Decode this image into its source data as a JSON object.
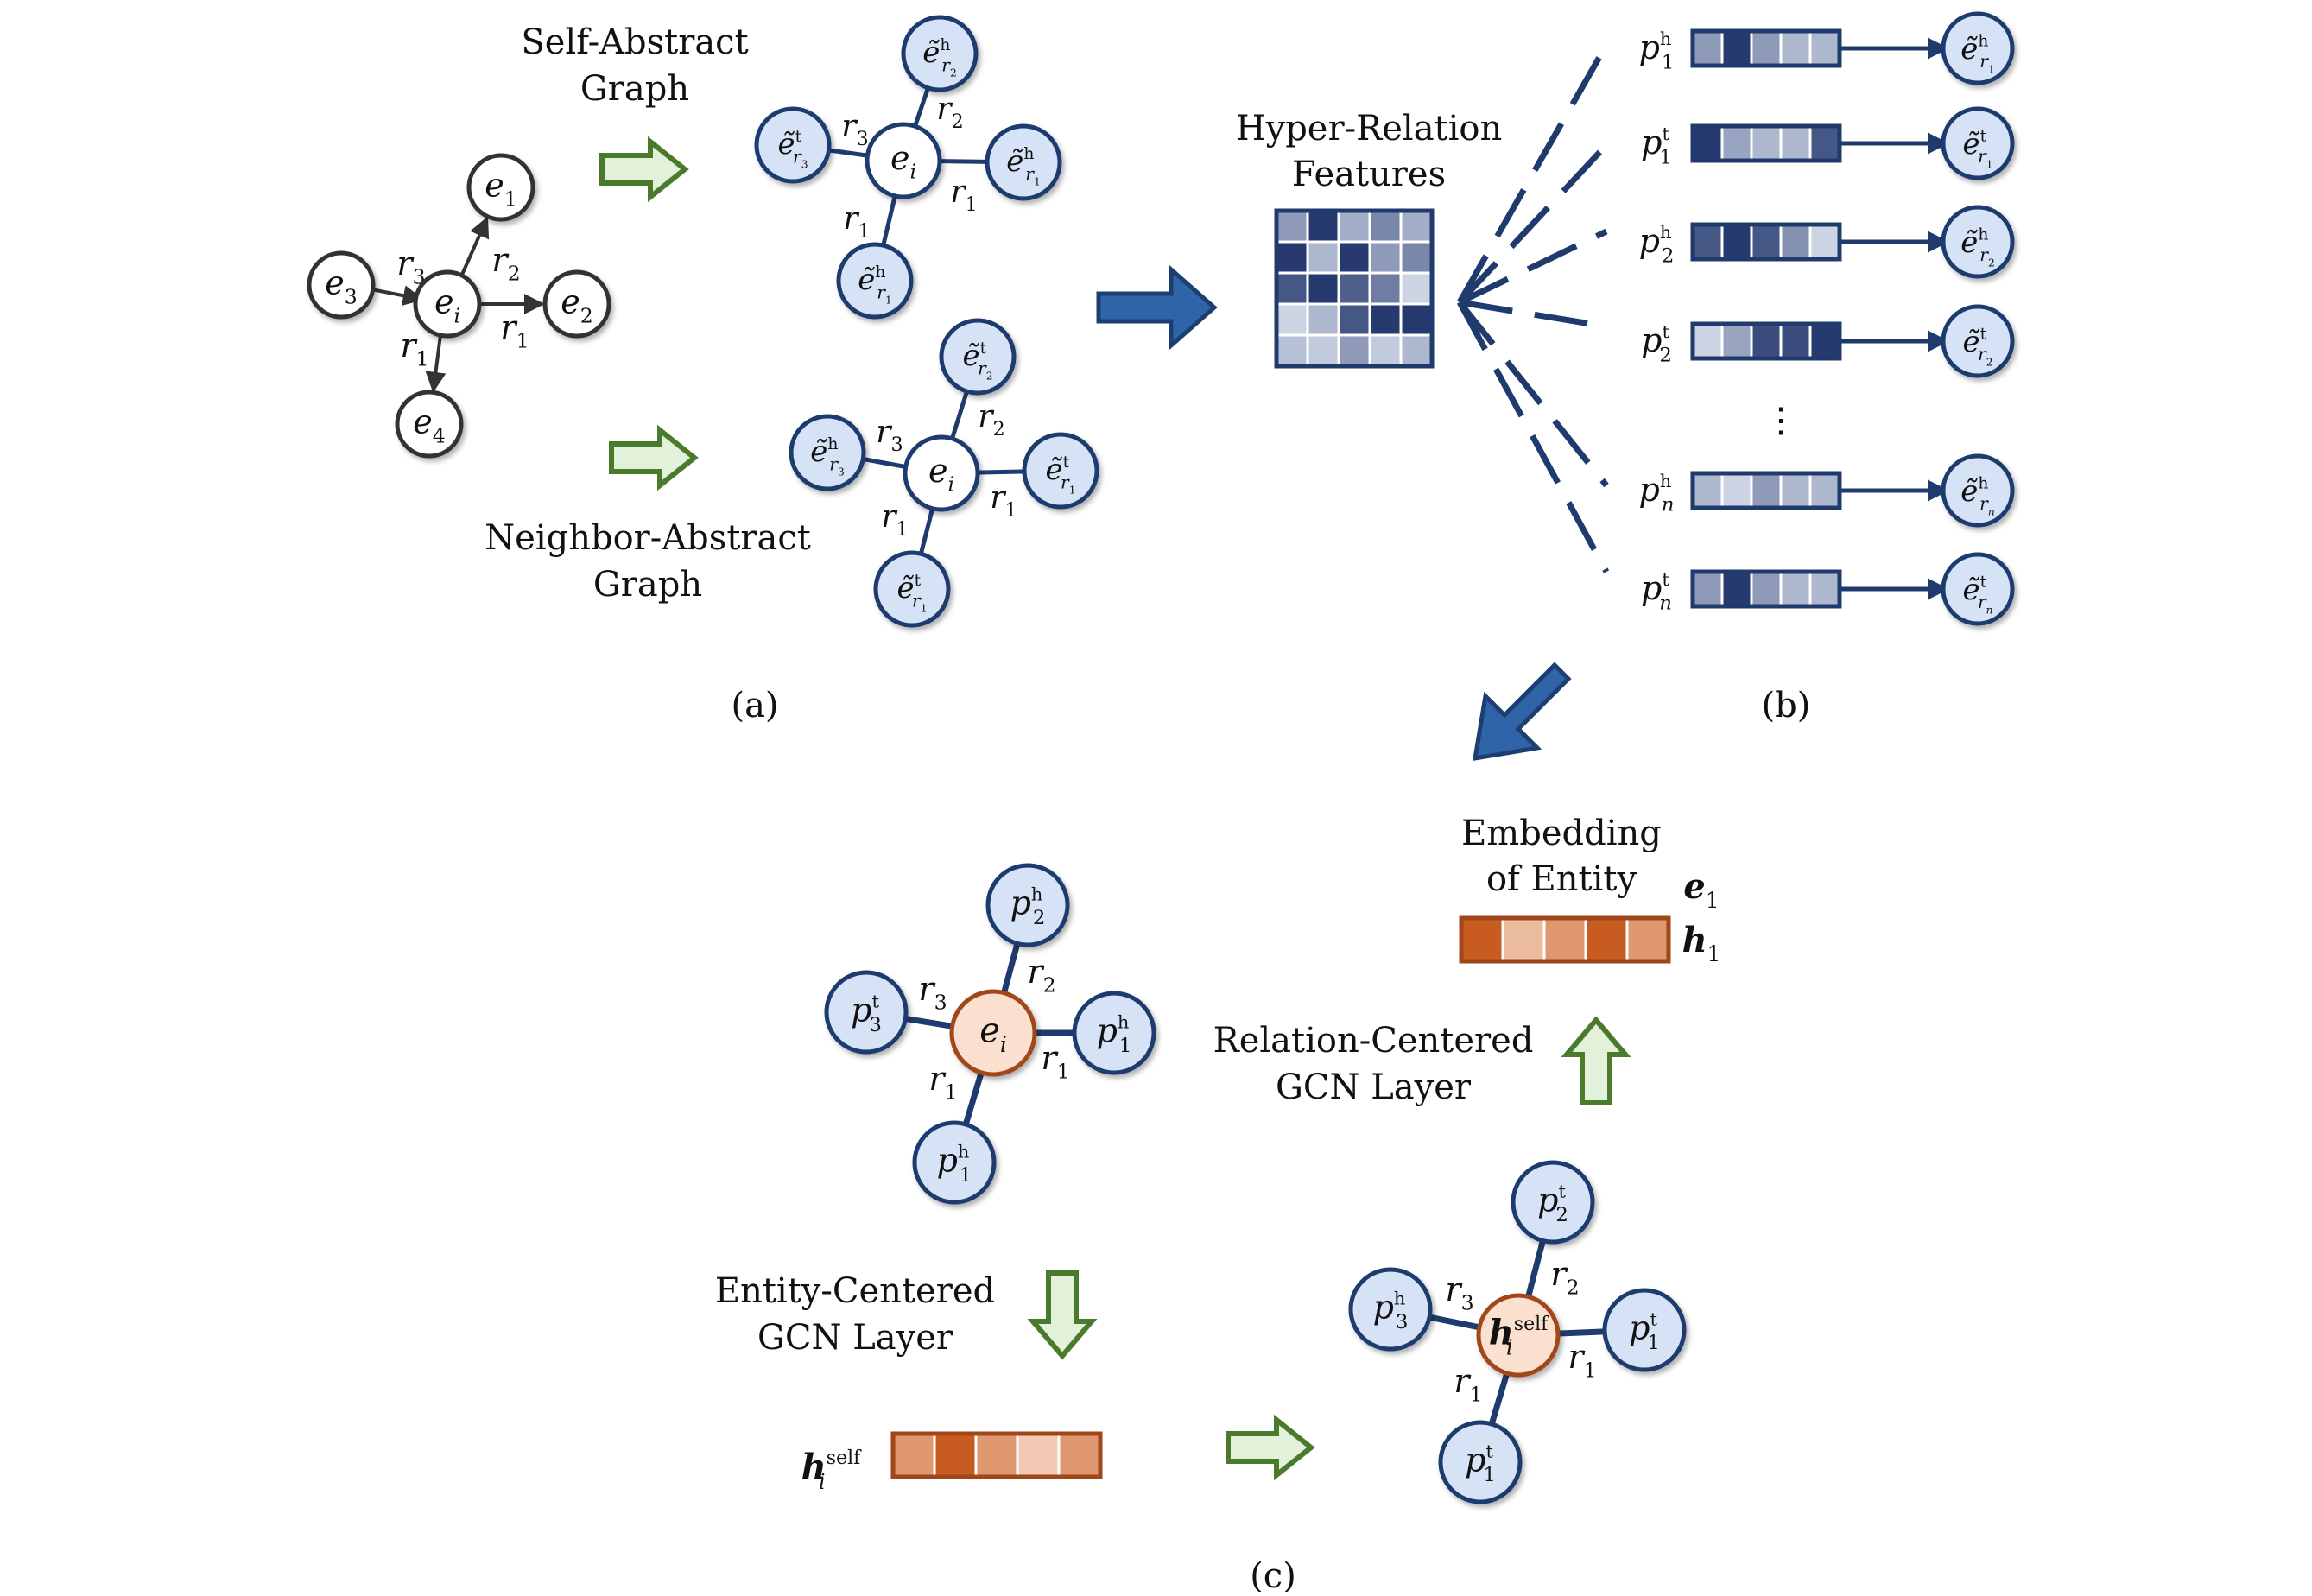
{
  "panels": {
    "a": {
      "caption": "(a)",
      "self_graph_title": [
        "Self-Abstract",
        "Graph"
      ],
      "neighbor_graph_title": [
        "Neighbor-Abstract",
        "Graph"
      ],
      "kg": {
        "center": {
          "base": "e",
          "sub": "i"
        },
        "nodes": [
          {
            "base": "e",
            "sub": "1"
          },
          {
            "base": "e",
            "sub": "2"
          },
          {
            "base": "e",
            "sub": "3"
          },
          {
            "base": "e",
            "sub": "4"
          }
        ],
        "edges": [
          {
            "base": "r",
            "sub": "2"
          },
          {
            "base": "r",
            "sub": "1"
          },
          {
            "base": "r",
            "sub": "3"
          },
          {
            "base": "r",
            "sub": "1"
          }
        ]
      },
      "self_graph": {
        "center": {
          "base": "e",
          "sub": "i"
        },
        "nodes": [
          {
            "base": "ẽ",
            "sup": "h",
            "sub": "r",
            "subsub": "2"
          },
          {
            "base": "ẽ",
            "sup": "h",
            "sub": "r",
            "subsub": "1"
          },
          {
            "base": "ẽ",
            "sup": "t",
            "sub": "r",
            "subsub": "3"
          },
          {
            "base": "ẽ",
            "sup": "h",
            "sub": "r",
            "subsub": "1"
          }
        ],
        "edges": [
          {
            "base": "r",
            "sub": "2"
          },
          {
            "base": "r",
            "sub": "1"
          },
          {
            "base": "r",
            "sub": "3"
          },
          {
            "base": "r",
            "sub": "1"
          }
        ]
      },
      "neighbor_graph": {
        "center": {
          "base": "e",
          "sub": "i"
        },
        "nodes": [
          {
            "base": "ẽ",
            "sup": "t",
            "sub": "r",
            "subsub": "2"
          },
          {
            "base": "ẽ",
            "sup": "t",
            "sub": "r",
            "subsub": "1"
          },
          {
            "base": "ẽ",
            "sup": "h",
            "sub": "r",
            "subsub": "3"
          },
          {
            "base": "ẽ",
            "sup": "t",
            "sub": "r",
            "subsub": "1"
          }
        ],
        "edges": [
          {
            "base": "r",
            "sub": "2"
          },
          {
            "base": "r",
            "sub": "1"
          },
          {
            "base": "r",
            "sub": "3"
          },
          {
            "base": "r",
            "sub": "1"
          }
        ]
      }
    },
    "b": {
      "caption": "(b)",
      "features_title": [
        "Hyper-Relation",
        "Features"
      ],
      "ellipsis": "⋮",
      "matrix_levels": [
        [
          0.45,
          0.95,
          0.35,
          0.55,
          0.35
        ],
        [
          0.95,
          0.3,
          0.95,
          0.45,
          0.55
        ],
        [
          0.8,
          0.95,
          0.75,
          0.6,
          0.15
        ],
        [
          0.15,
          0.3,
          0.8,
          0.95,
          0.95
        ],
        [
          0.25,
          0.2,
          0.45,
          0.2,
          0.3
        ]
      ],
      "rows": [
        {
          "p_sup": "h",
          "p_sub": "1",
          "levels": [
            0.45,
            0.95,
            0.45,
            0.3,
            0.3
          ],
          "e_sup": "h",
          "e_subsub": "1"
        },
        {
          "p_sup": "t",
          "p_sub": "1",
          "levels": [
            0.95,
            0.4,
            0.3,
            0.3,
            0.8
          ],
          "e_sup": "t",
          "e_subsub": "1"
        },
        {
          "p_sup": "h",
          "p_sub": "2",
          "levels": [
            0.8,
            0.95,
            0.8,
            0.5,
            0.15
          ],
          "e_sup": "h",
          "e_subsub": "2"
        },
        {
          "p_sup": "t",
          "p_sub": "2",
          "levels": [
            0.15,
            0.4,
            0.85,
            0.85,
            0.95
          ],
          "e_sup": "t",
          "e_subsub": "2"
        },
        {
          "p_sup": "h",
          "p_sub": "n",
          "levels": [
            0.3,
            0.15,
            0.45,
            0.3,
            0.3
          ],
          "e_sup": "h",
          "e_subsub": "n"
        },
        {
          "p_sup": "t",
          "p_sub": "n",
          "levels": [
            0.45,
            0.95,
            0.45,
            0.3,
            0.3
          ],
          "e_sup": "t",
          "e_subsub": "n"
        }
      ]
    },
    "c": {
      "caption": "(c)",
      "embedding_title": [
        "Embedding",
        "of Entity"
      ],
      "e1": {
        "base": "e",
        "sub": "1"
      },
      "h1": {
        "base": "h",
        "sub": "1"
      },
      "h1_levels": [
        0.95,
        0.3,
        0.55,
        0.95,
        0.55
      ],
      "relation_gcn": [
        "Relation-Centered",
        "GCN Layer"
      ],
      "entity_gcn": [
        "Entity-Centered",
        "GCN Layer"
      ],
      "hself": {
        "base": "h",
        "sub": "i",
        "sup": "self"
      },
      "hself_levels": [
        0.55,
        0.95,
        0.55,
        0.2,
        0.55
      ],
      "entity_graph": {
        "center": {
          "base": "e",
          "sub": "i"
        },
        "nodes": [
          {
            "base": "p",
            "sup": "h",
            "sub": "2"
          },
          {
            "base": "p",
            "sup": "h",
            "sub": "1"
          },
          {
            "base": "p",
            "sup": "t",
            "sub": "3"
          },
          {
            "base": "p",
            "sup": "h",
            "sub": "1"
          }
        ],
        "edges": [
          {
            "base": "r",
            "sub": "2"
          },
          {
            "base": "r",
            "sub": "1"
          },
          {
            "base": "r",
            "sub": "3"
          },
          {
            "base": "r",
            "sub": "1"
          }
        ]
      },
      "relation_graph": {
        "center": {
          "base": "h",
          "sub": "i",
          "sup": "self"
        },
        "nodes": [
          {
            "base": "p",
            "sup": "t",
            "sub": "2"
          },
          {
            "base": "p",
            "sup": "t",
            "sub": "1"
          },
          {
            "base": "p",
            "sup": "h",
            "sub": "3"
          },
          {
            "base": "p",
            "sup": "t",
            "sub": "1"
          }
        ],
        "edges": [
          {
            "base": "r",
            "sub": "2"
          },
          {
            "base": "r",
            "sub": "1"
          },
          {
            "base": "r",
            "sub": "3"
          },
          {
            "base": "r",
            "sub": "1"
          }
        ]
      }
    }
  },
  "colors": {
    "node_fill": "#d6e2f5",
    "node_stroke": "#1f3b6e",
    "hollow_stroke": "#333333",
    "center_orange_fill": "#fbe0cf",
    "center_orange_stroke": "#a0461a",
    "hollow_arrow_fill": "#e3f1da",
    "hollow_arrow_stroke": "#4a7a2c",
    "solid_arrow_fill": "#2f64a8",
    "solid_arrow_stroke": "#1c3f70",
    "dark_blue": "#1f3b6e"
  }
}
